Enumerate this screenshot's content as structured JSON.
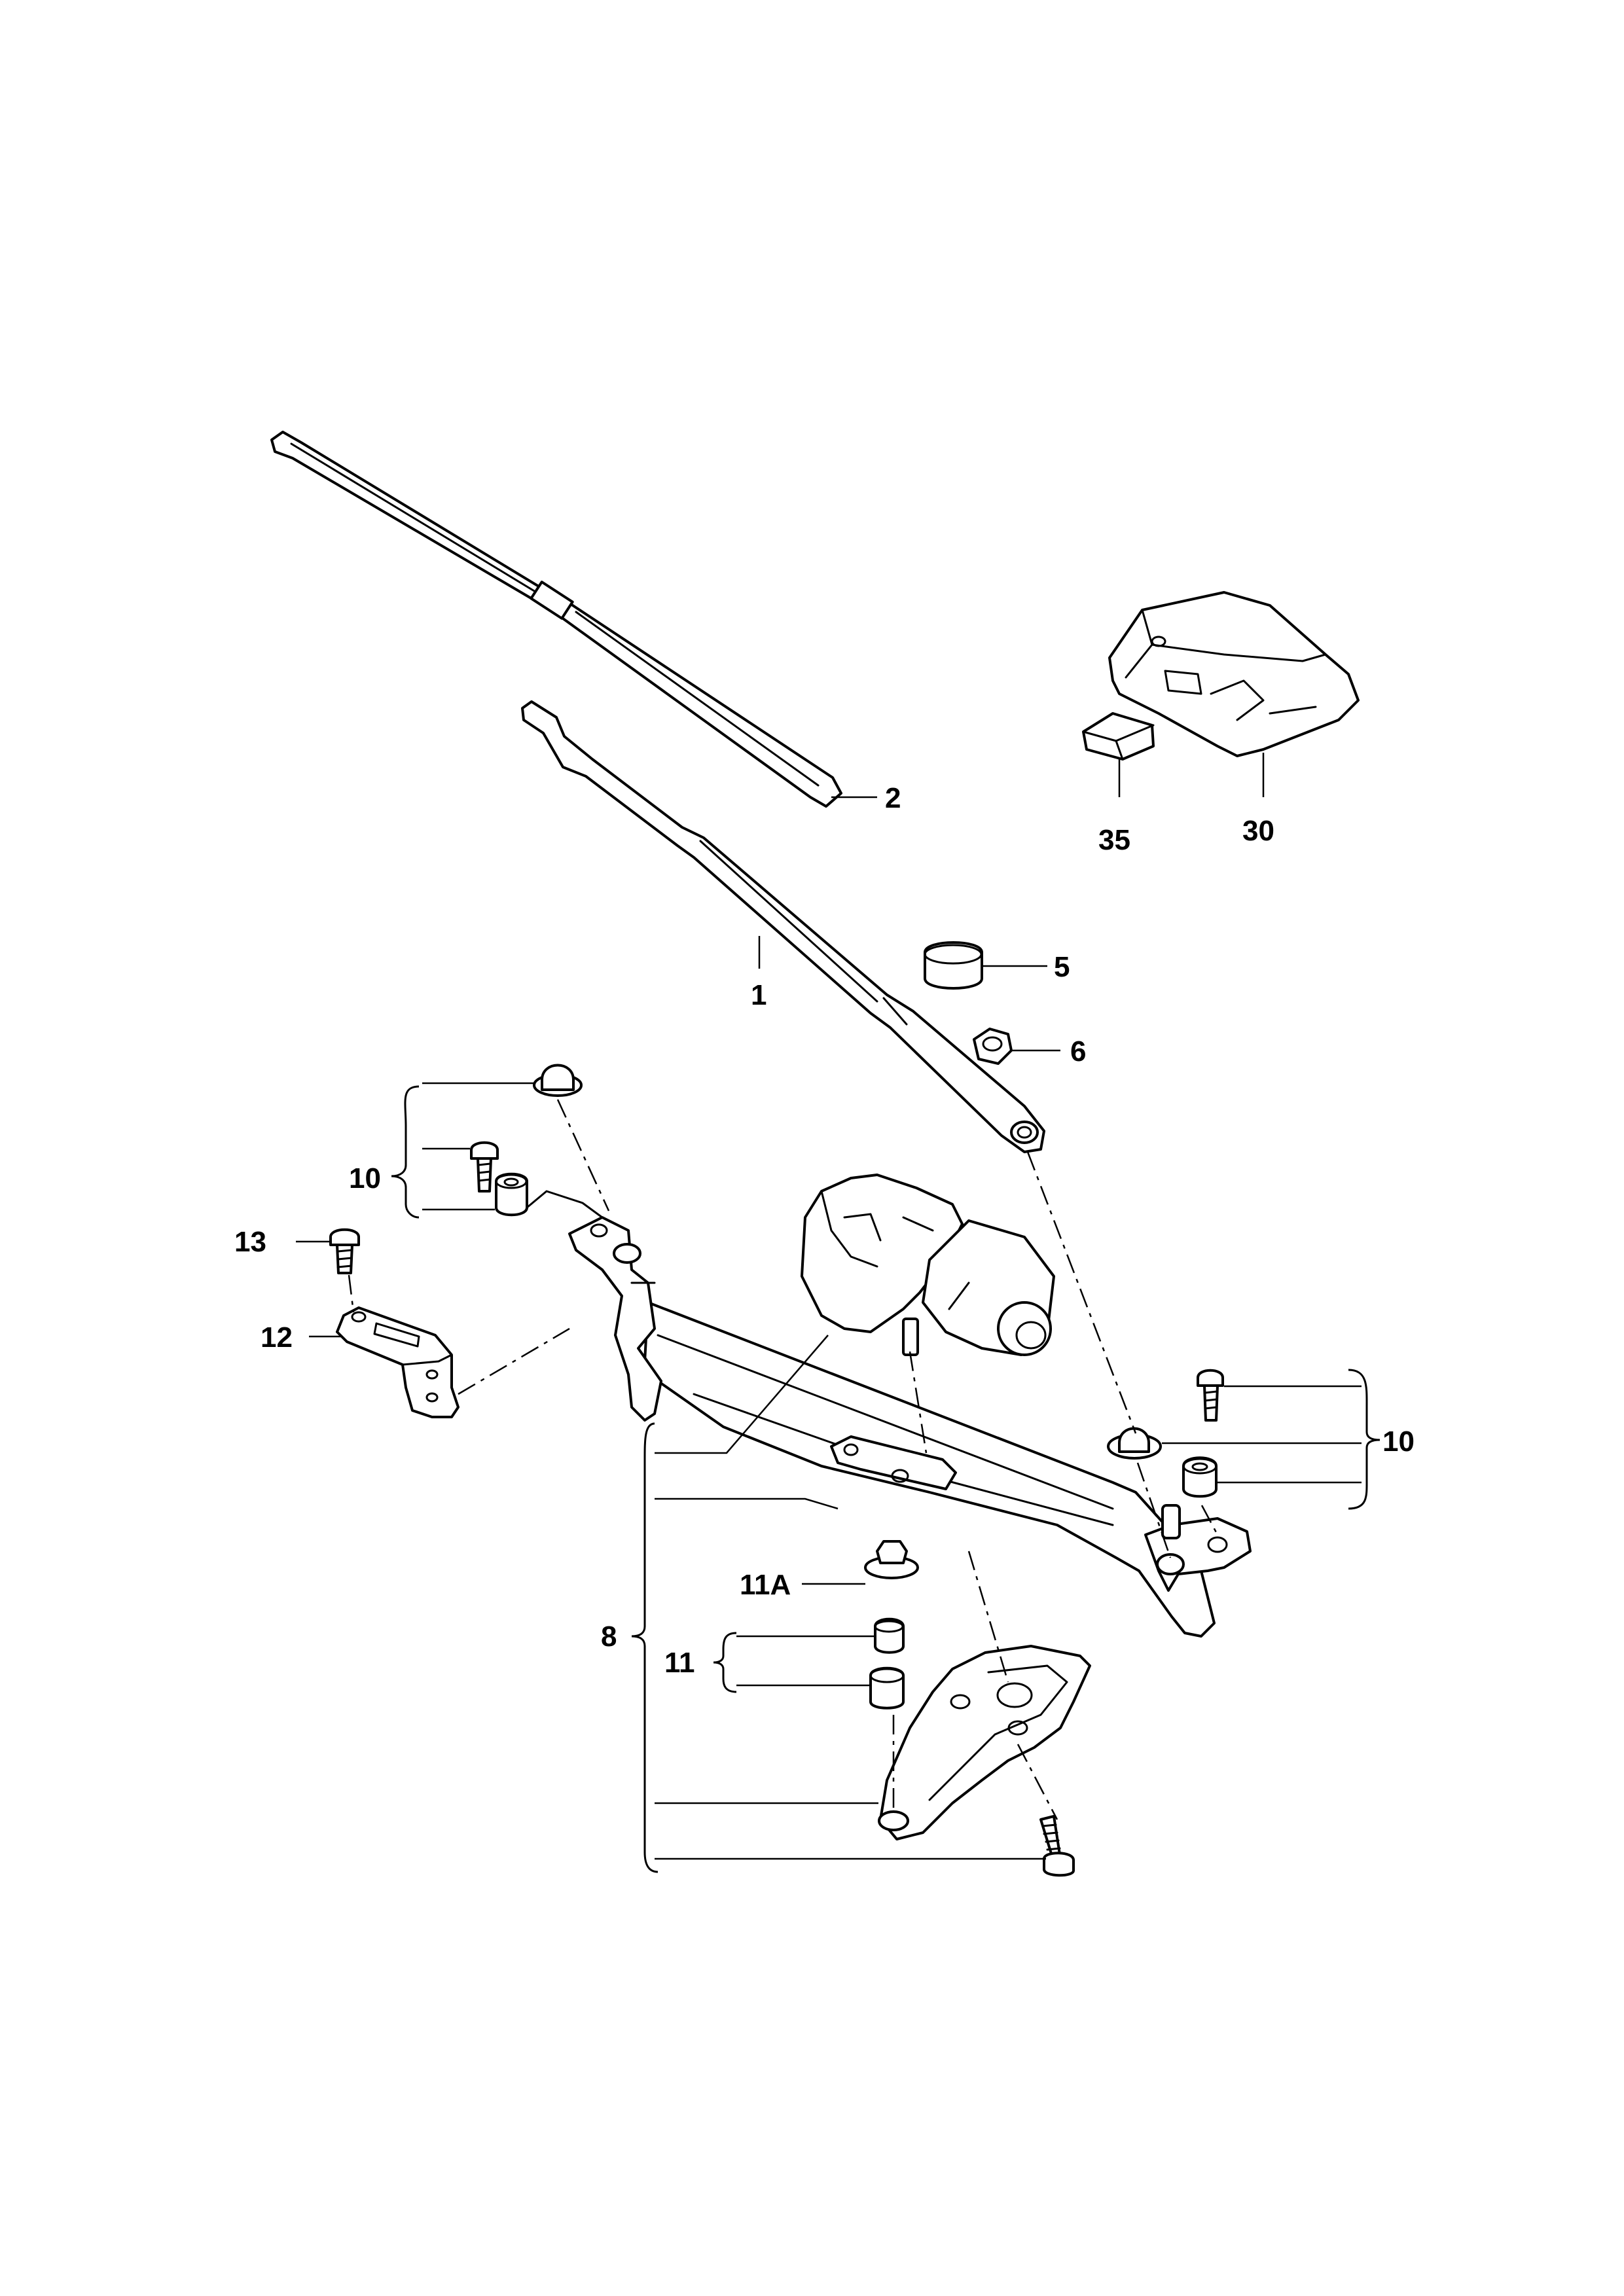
{
  "callouts": {
    "c1": "1",
    "c2": "2",
    "c5": "5",
    "c6": "6",
    "c8": "8",
    "c10a": "10",
    "c10b": "10",
    "c11": "11",
    "c11a": "11A",
    "c12": "12",
    "c13": "13",
    "c30": "30",
    "c35": "35"
  },
  "colors": {
    "line": "#000000",
    "background": "#ffffff"
  }
}
